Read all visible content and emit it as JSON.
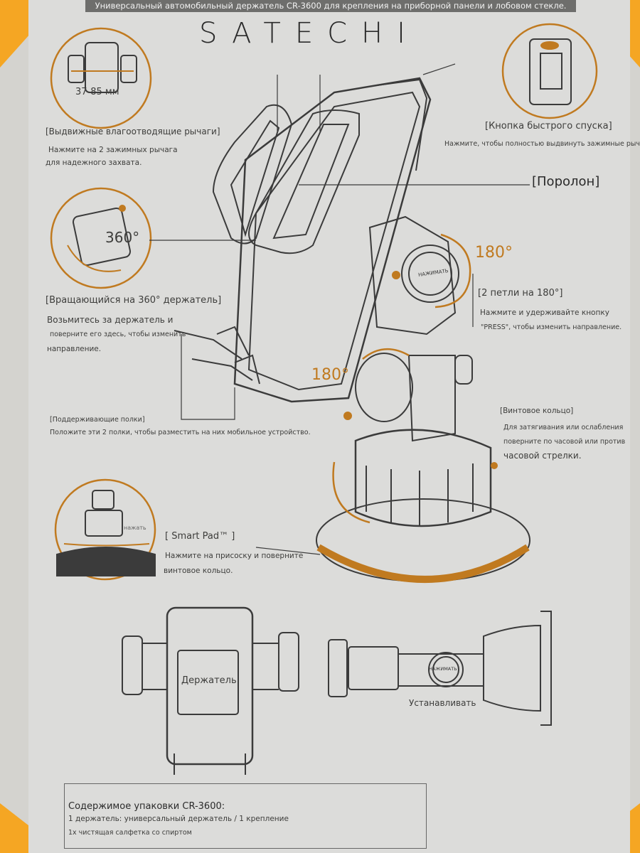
{
  "header": {
    "banner": "Универсальный автомобильный держатель CR-3600 для крепления на приборной панели и лобовом стекле.",
    "brand": "SATECHI"
  },
  "colors": {
    "accent": "#c07a20",
    "corner_orange": "#f5a623",
    "line": "#3b3b3b"
  },
  "features": {
    "arms": {
      "size": "37-85 мм",
      "title": "[Выдвижные влагоотводящие рычаги]",
      "desc1": "Нажмите на 2 зажимных рычага",
      "desc2": "для надежного захвата."
    },
    "release": {
      "title": "[Кнопка быстрого спуска]",
      "desc": "Нажмите, чтобы полностью выдвинуть зажимные рычаги"
    },
    "foam": {
      "title": "[Поролон]"
    },
    "rotate": {
      "badge": "360°",
      "title": "[Вращающийся на 360° держатель]",
      "desc1": "Возьмитесь за держатель и",
      "desc2": "поверните его здесь, чтобы изменить",
      "desc3": "направление."
    },
    "loops": {
      "deg_top": "180°",
      "deg_mid": "180°",
      "press_label": "НАЖИМАТЬ",
      "title": "[2 петли на 180°]",
      "desc1": "Нажмите и удерживайте кнопку",
      "desc2": "\"PRESS\", чтобы изменить направление."
    },
    "shelves": {
      "title": "[Поддерживающие полки]",
      "desc": "Положите эти 2 полки, чтобы разместить на них мобильное устройство."
    },
    "screw_ring": {
      "title": "[Винтовое кольцо]",
      "desc1": "Для затягивания или ослабления",
      "desc2": "поверните по часовой или против",
      "desc3": "часовой стрелки."
    },
    "smart_pad": {
      "press_label": "нажать",
      "title": "[ Smart Pad™ ]",
      "desc1": "Нажмите на присоску и поверните",
      "desc2": "винтовое кольцо."
    }
  },
  "bottom": {
    "holder_label": "Держатель",
    "press_label": "НАЖИМАТЬ",
    "mount_label": "Устанавливать"
  },
  "package": {
    "title": "Содержимое упаковки CR-3600:",
    "line1": "1 держатель: универсальный держатель / 1 крепление",
    "line2": "1х чистящая салфетка со спиртом"
  }
}
